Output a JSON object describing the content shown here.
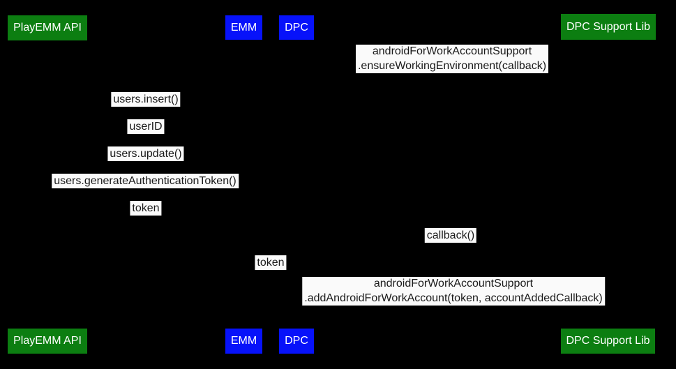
{
  "colors": {
    "background": "#000000",
    "actor_green": "#0c7e11",
    "actor_blue": "#0712fa",
    "actor_text": "#ffffff",
    "label_background": "#fafafa",
    "label_text": "#1a1a1a"
  },
  "actors": {
    "playemm_api": "PlayEMM API",
    "emm": "EMM",
    "dpc": "DPC",
    "dpc_support_lib": "DPC Support Lib"
  },
  "messages": [
    {
      "lines": [
        "androidForWorkAccountSupport",
        ".ensureWorkingEnvironment(callback)"
      ]
    },
    {
      "lines": [
        "users.insert()"
      ]
    },
    {
      "lines": [
        "userID"
      ]
    },
    {
      "lines": [
        "users.update()"
      ]
    },
    {
      "lines": [
        "users.generateAuthenticationToken()"
      ]
    },
    {
      "lines": [
        "token"
      ]
    },
    {
      "lines": [
        "callback()"
      ]
    },
    {
      "lines": [
        "token"
      ]
    },
    {
      "lines": [
        "androidForWorkAccountSupport",
        ".addAndroidForWorkAccount(token, accountAddedCallback)"
      ]
    }
  ]
}
